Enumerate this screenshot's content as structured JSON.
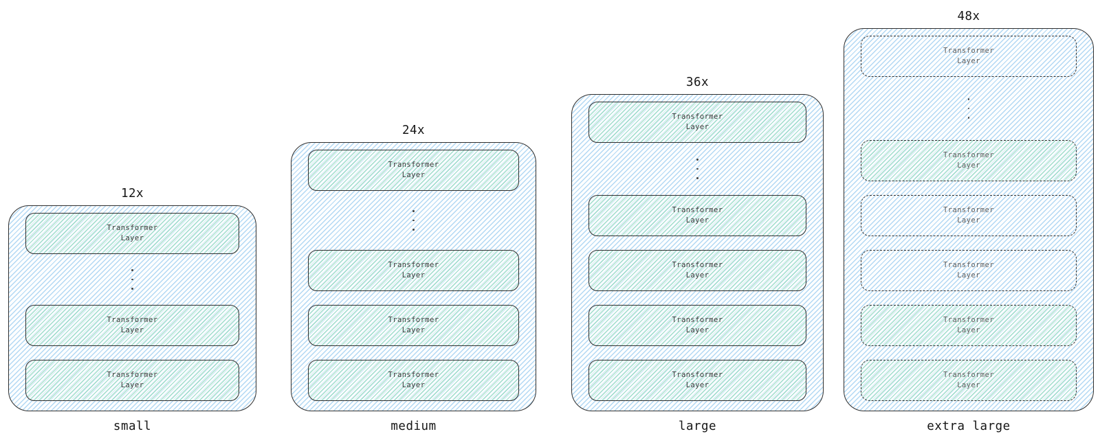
{
  "diagram_title": "",
  "labels": {
    "transformer_layer": "Transformer\nLayer"
  },
  "models": [
    {
      "name": "small",
      "multiplier": "12x",
      "layers_shown": 3,
      "layer_fills": [
        "green",
        "green",
        "green"
      ],
      "layer_border": "solid"
    },
    {
      "name": "medium",
      "multiplier": "24x",
      "layers_shown": 4,
      "layer_fills": [
        "green",
        "green",
        "green",
        "green"
      ],
      "layer_border": "solid"
    },
    {
      "name": "large",
      "multiplier": "36x",
      "layers_shown": 5,
      "layer_fills": [
        "green",
        "green",
        "green",
        "green",
        "green"
      ],
      "layer_border": "solid"
    },
    {
      "name": "extra large",
      "multiplier": "48x",
      "layers_shown": 6,
      "layer_fills": [
        "blue",
        "green",
        "blue",
        "blue",
        "green",
        "green"
      ],
      "layer_border": "dashed"
    }
  ],
  "colors": {
    "outline": "#2e2e2e",
    "blue_line": "#58aae573",
    "blue_line_faint": "#58aae540",
    "green_line": "#34b97f5e",
    "layer_text": "#3b3b3b",
    "layer_text_xl": "#606060",
    "label_text": "#161616",
    "dot_color": "#444444",
    "page_bg": "#ffffff"
  }
}
